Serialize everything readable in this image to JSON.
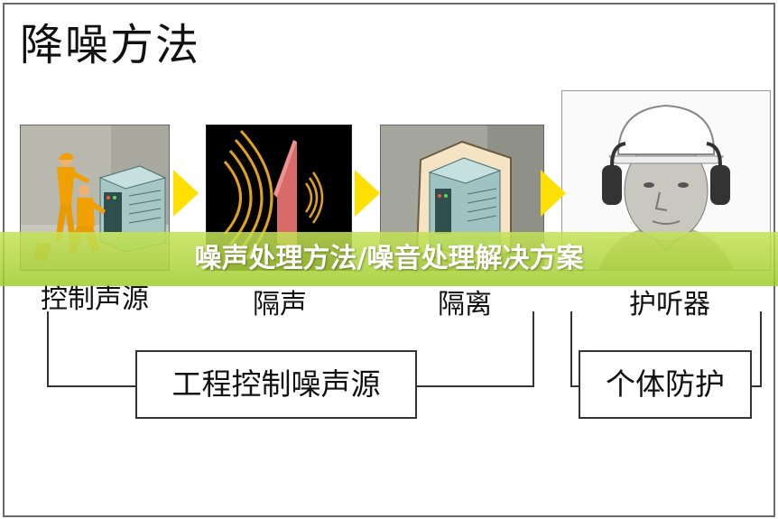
{
  "title": "降噪方法",
  "steps": [
    {
      "label": "控制声源",
      "icon": "workers-at-machine-image"
    },
    {
      "label": "隔声",
      "icon": "sound-barrier-image"
    },
    {
      "label": "隔离",
      "icon": "enclosed-machine-image"
    },
    {
      "label": "护听器",
      "icon": "worker-with-earmuffs-image"
    }
  ],
  "groups": {
    "engineering": "工程控制噪声源",
    "personal": "个体防护"
  },
  "banner": "噪声处理方法/噪音处理解决方案",
  "colors": {
    "arrow": "#ffe000",
    "banner": "#a8d23a",
    "sound_waves": "#e2a21e",
    "barrier": "#d96a6a"
  }
}
